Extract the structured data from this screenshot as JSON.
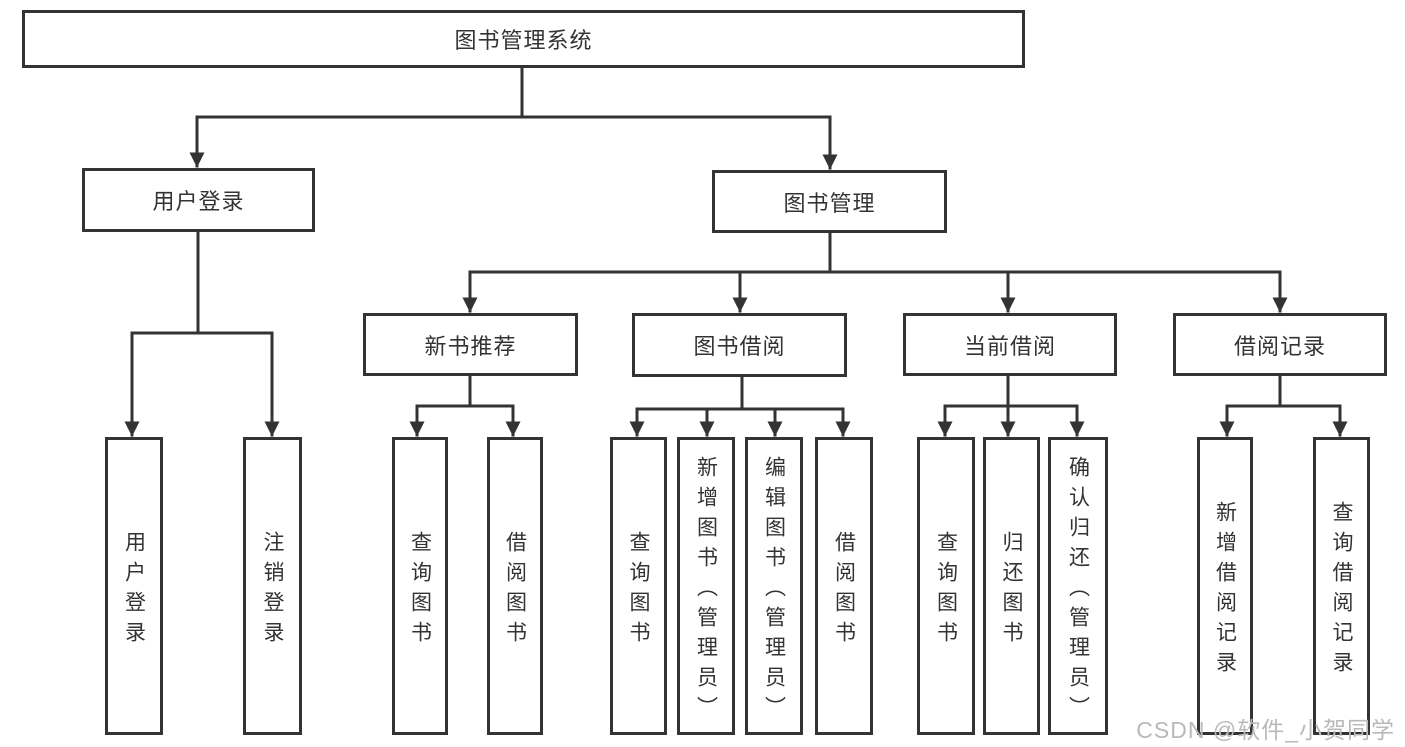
{
  "tree": {
    "root": {
      "label": "图书管理系统"
    },
    "branches": [
      {
        "label": "用户登录",
        "children": [
          {
            "label": "用户登录"
          },
          {
            "label": "注销登录"
          }
        ]
      },
      {
        "label": "图书管理",
        "groups": [
          {
            "label": "新书推荐",
            "children": [
              {
                "label": "查询图书"
              },
              {
                "label": "借阅图书"
              }
            ]
          },
          {
            "label": "图书借阅",
            "children": [
              {
                "label": "查询图书"
              },
              {
                "label": "新增图书（管理员）"
              },
              {
                "label": "编辑图书（管理员）"
              },
              {
                "label": "借阅图书"
              }
            ]
          },
          {
            "label": "当前借阅",
            "children": [
              {
                "label": "查询图书"
              },
              {
                "label": "归还图书"
              },
              {
                "label": "确认归还（管理员）"
              }
            ]
          },
          {
            "label": "借阅记录",
            "children": [
              {
                "label": "新增借阅记录"
              },
              {
                "label": "查询借阅记录"
              }
            ]
          }
        ]
      }
    ]
  },
  "watermark": {
    "text": "CSDN @软件_小贺同学"
  },
  "colors": {
    "background": "#ffffff",
    "line": "#333333",
    "border": "#333333",
    "text": "#333333",
    "watermark": "#b9b9b9"
  }
}
